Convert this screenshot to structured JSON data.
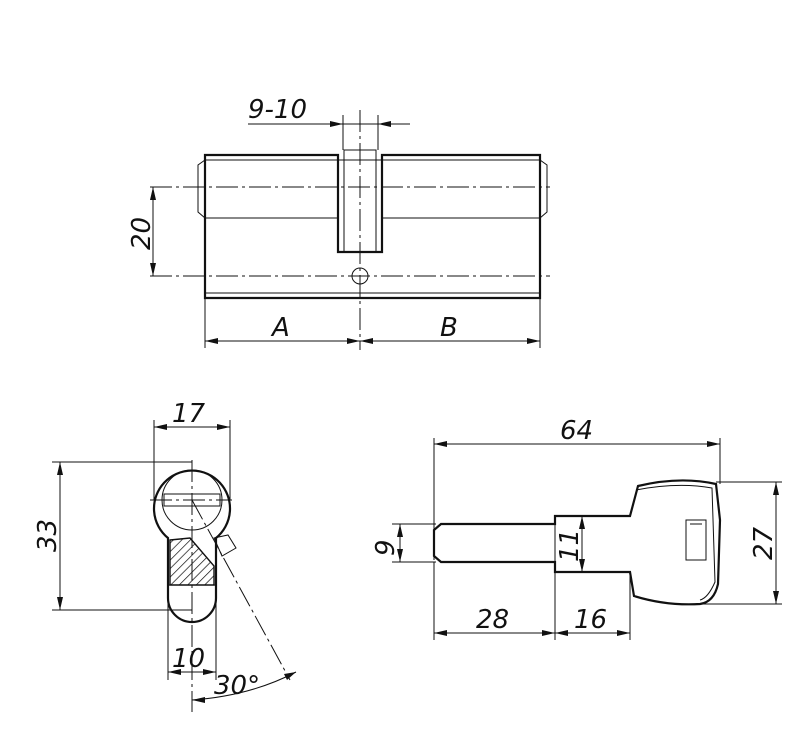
{
  "cylinder": {
    "dim_cam": "9-10",
    "dim_height": "20",
    "dim_a": "A",
    "dim_b": "B"
  },
  "profile": {
    "dim_width": "17",
    "dim_height": "33",
    "dim_bottom": "10",
    "dim_angle": "30°"
  },
  "key": {
    "dim_length": "64",
    "dim_blade_height": "9",
    "dim_step_height": "11",
    "dim_head_height": "27",
    "dim_blade_length": "28",
    "dim_step_length": "16"
  },
  "colors": {
    "line": "#111111",
    "background": "#ffffff"
  }
}
